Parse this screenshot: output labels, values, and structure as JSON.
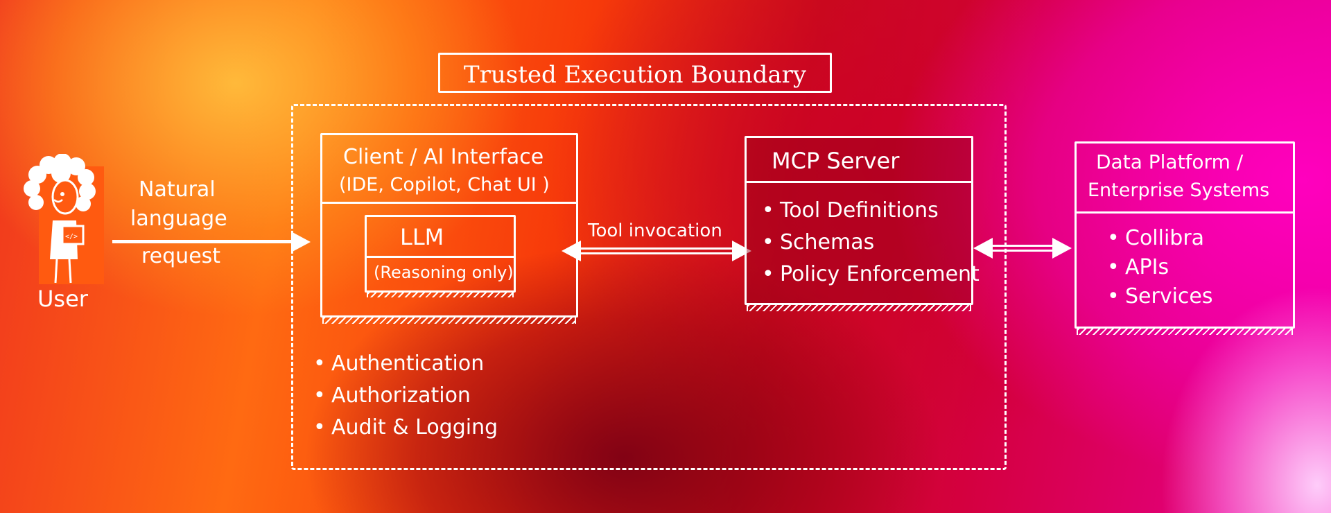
{
  "title": "Trusted Execution Boundary",
  "user": {
    "label": "User",
    "icon": "developer-icon"
  },
  "request_label": [
    "Natural",
    "language",
    "request"
  ],
  "client": {
    "title": "Client / AI Interface",
    "subtitle": "(IDE, Copilot, Chat UI )",
    "llm": {
      "title": "LLM",
      "subtitle": "(Reasoning only)"
    }
  },
  "client_bullets": [
    "Authentication",
    "Authorization",
    "Audit & Logging"
  ],
  "tool_invocation_label": "Tool invocation",
  "mcp": {
    "title": "MCP Server",
    "bullets": [
      "Tool Definitions",
      "Schemas",
      "Policy Enforcement"
    ]
  },
  "data_platform": {
    "title_line1": "Data Platform /",
    "title_line2": "Enterprise Systems",
    "bullets": [
      "Collibra",
      "APIs",
      "Services"
    ]
  },
  "colors": {
    "stroke": "#ffffff",
    "user_badge": "#ff5a10",
    "gradient_left": "#f0361e",
    "gradient_right": "#ea0097"
  }
}
